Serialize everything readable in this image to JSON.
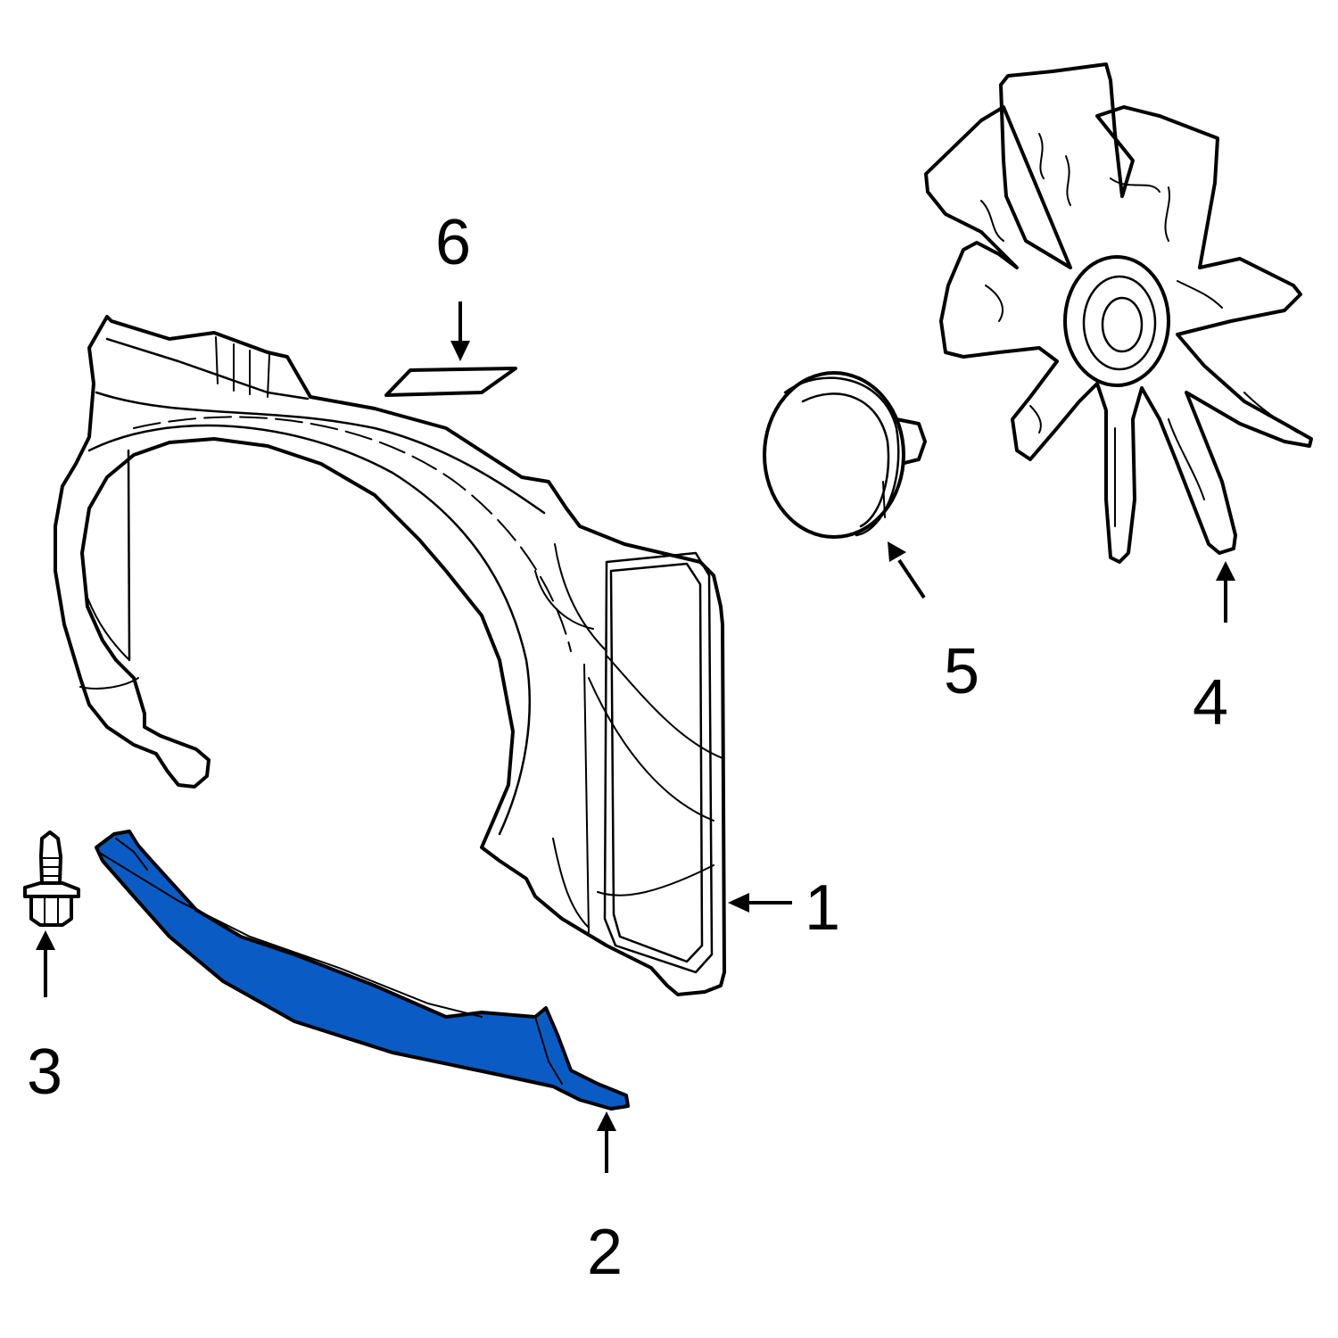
{
  "colors": {
    "line": "#000000",
    "background": "#ffffff",
    "highlight": "#0a5cc4"
  },
  "callouts": [
    {
      "id": "1",
      "label": "1"
    },
    {
      "id": "2",
      "label": "2"
    },
    {
      "id": "3",
      "label": "3"
    },
    {
      "id": "4",
      "label": "4"
    },
    {
      "id": "5",
      "label": "5"
    },
    {
      "id": "6",
      "label": "6"
    }
  ]
}
